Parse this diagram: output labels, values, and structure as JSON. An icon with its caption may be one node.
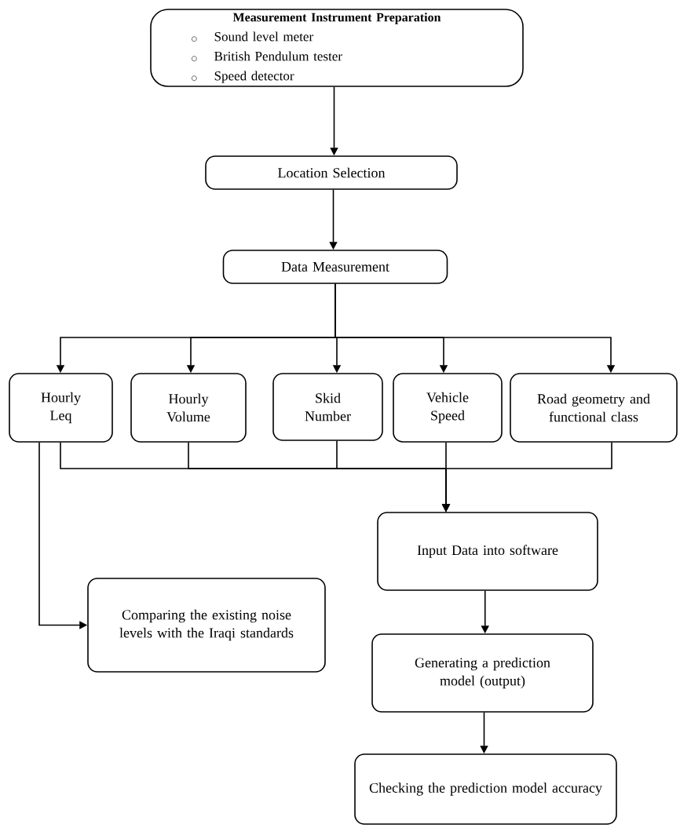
{
  "diagram": {
    "nodes": [
      {
        "text": [
          "Measurement Instrument Preparation",
          "Sound level meter",
          "British Pendulum tester",
          "Speed detector"
        ]
      },
      {
        "text": [
          "Location Selection"
        ]
      },
      {
        "text": [
          "Data Measurement"
        ]
      },
      {
        "text": [
          "Hourly Leq"
        ]
      },
      {
        "text": [
          "Hourly Volume"
        ]
      },
      {
        "text": [
          "Skid Number"
        ]
      },
      {
        "text": [
          "Vehicle Speed"
        ]
      },
      {
        "text": [
          "Road geometry and functional class"
        ]
      },
      {
        "text": [
          "Comparing the existing noise levels with the Iraqi standards"
        ]
      },
      {
        "text": [
          "Input Data into software"
        ]
      },
      {
        "text": [
          "Generating a prediction model (output)"
        ]
      },
      {
        "text": [
          "Checking the prediction model accuracy"
        ]
      }
    ],
    "edges": [
      {
        "from": 0,
        "to": 1,
        "arrow": "to"
      },
      {
        "from": 1,
        "to": 2,
        "arrow": "to"
      },
      {
        "from": 2,
        "to": 3,
        "arrow": "to"
      },
      {
        "from": 2,
        "to": 4,
        "arrow": "to"
      },
      {
        "from": 2,
        "to": 5,
        "arrow": "to"
      },
      {
        "from": 2,
        "to": 6,
        "arrow": "to"
      },
      {
        "from": 2,
        "to": 7,
        "arrow": "to"
      },
      {
        "from": 3,
        "to": 9,
        "arrow": "to"
      },
      {
        "from": 4,
        "to": 9,
        "arrow": "to"
      },
      {
        "from": 5,
        "to": 9,
        "arrow": "to"
      },
      {
        "from": 6,
        "to": 9,
        "arrow": "to"
      },
      {
        "from": 7,
        "to": 9,
        "arrow": "to"
      },
      {
        "from": 3,
        "to": 8,
        "arrow": "to"
      },
      {
        "from": 9,
        "to": 10,
        "arrow": "to"
      },
      {
        "from": 10,
        "to": 11,
        "arrow": "to"
      }
    ]
  }
}
